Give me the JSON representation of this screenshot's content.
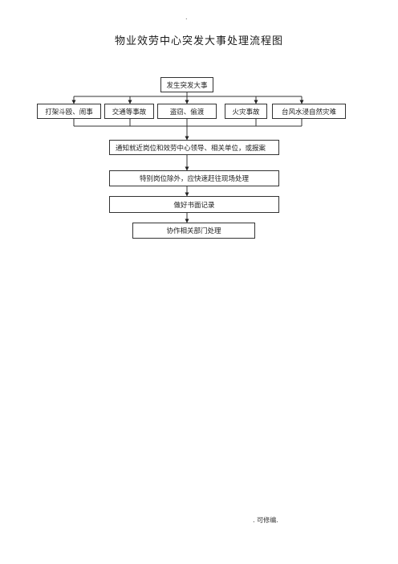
{
  "header": {
    "dot": ".",
    "title": "物业效劳中心突发大事处理流程图"
  },
  "flow": {
    "start": "发生突发大事",
    "events": [
      "打架斗殴、闹事",
      "交通等事故",
      "盗窃、偷渡",
      "火灾事故",
      "台风水浸自然灾难"
    ],
    "steps": [
      "通知就近岗位和效劳中心领导、相关单位，或报案",
      "特别岗位除外，应快速赶往现场处理",
      "做好书面记录",
      "协作相关部门处理"
    ]
  },
  "footer": {
    "note": ". 可修编."
  }
}
